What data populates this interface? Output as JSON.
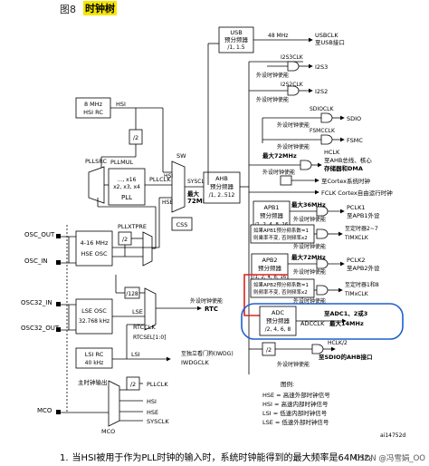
{
  "header": {
    "figure_no": "图8",
    "title": "时钟树"
  },
  "boxes": {
    "usb": [
      "USB",
      "预分频器",
      "/1, 1.5"
    ],
    "hsi_rc": [
      "8 MHz",
      "HSI RC"
    ],
    "div2_top": "/2",
    "pllsrc": "PLLSRC",
    "pllmul": [
      "PLLMUL",
      "..., x16",
      "x2, x3, x4",
      "PLL"
    ],
    "sw": "SW",
    "ahb": [
      "AHB",
      "预分频器",
      "/1, 2..512"
    ],
    "apb1": [
      "APB1",
      "预分频器",
      "/1, 2, 4, 8, 16"
    ],
    "apb2": [
      "APB2",
      "预分频器",
      "/1, 2, 4, 8, 16"
    ],
    "adc": [
      "ADC",
      "预分频器",
      "/2, 4, 6, 8"
    ],
    "css": "CSS",
    "hse_osc": [
      "4-16 MHz",
      "HSE OSC"
    ],
    "div2_hse": "/2",
    "pllxtpre": "PLLXTPRE",
    "div128": "/128",
    "lse_osc": [
      "LSE OSC",
      "32.768 kHz"
    ],
    "lsi_rc": [
      "LSI RC",
      "40 kHz"
    ],
    "div2_mco": "/2",
    "div2_sdio": "/2",
    "apb1_mul_note": [
      "如果APB1预分频系数=1",
      "则乘率不变, 否则频率x2"
    ],
    "apb2_mul_note": [
      "如果APB2预分频系数=1",
      "则频率不变, 否则频率x2"
    ]
  },
  "left_labels": {
    "osc_out": "OSC_OUT",
    "osc_in": "OSC_IN",
    "osc32_in": "OSC32_IN",
    "osc32_out": "OSC32_OUT",
    "mco": "MCO"
  },
  "signals": {
    "hsi": "HSI",
    "pllclk": "PLLCLK",
    "hse": "HSE",
    "sysclk": "SYSCLK",
    "max72": [
      "最大",
      "72MHz"
    ],
    "lse": "LSE",
    "lsi": "LSI",
    "rtcclk": "RTCCLK",
    "rtcsel": "RTCSEL[1:0]",
    "rtc": "RTC",
    "iwdg_note": "至独立看门狗(IWDG)",
    "iwdgclk": "IWDGCLK",
    "mco_title": "主时钟输出",
    "mco_items": [
      "PLLCLK",
      "HSI",
      "HSE",
      "SYSCLK"
    ],
    "mco_sel": "MCO"
  },
  "outputs": {
    "usb_freq": "48 MHz",
    "usbclk": "USBCLK",
    "usbclk_dest": "至USB接口",
    "i2s3clk": "I2S3CLK",
    "i2s3": "I2S3",
    "i2s2clk": "I2S2CLK",
    "i2s2": "I2S2",
    "sdioclk": "SDIOCLK",
    "sdio": "SDIO",
    "fsmcclk": "FSMCCLK",
    "fsmc": "FSMC",
    "hclk_max": "最大72MHz",
    "hclk": "HCLK",
    "hclk_dest": [
      "至AHB总线、核心",
      "存储器和DMA"
    ],
    "cortex_timer": "至Cortex系统时钟",
    "fclk": "FCLK Cortex自由运行时钟",
    "pclk1_max": "最大36MHz",
    "pclk1": "PCLK1",
    "pclk1_dest": "至APB1外设",
    "timer27": "至定时器2~7",
    "timxclk": "TIMXCLK",
    "pclk2_max": "最大72MHz",
    "pclk2": "PCLK2",
    "pclk2_dest": "至APB2外设",
    "timer18": "至定时器1和8",
    "tim1clk": "TIMxCLK",
    "adc_dest": "至ADC1、2或3",
    "adcclk": "ADCCLK",
    "adc_max": "最大14MHz",
    "hclk2": "HCLK/2",
    "sdio_ahb": "至SDIO的AHB接口",
    "peripheral_enable": "外设时钟使能"
  },
  "legend": {
    "title": "图例:",
    "items": [
      "HSE = 高速外部时钟信号",
      "HSI = 高速内部时钟信号",
      "LSI = 低速内部时钟信号",
      "LSE = 低速外部时钟信号"
    ]
  },
  "doc_id": "ai14752d",
  "footnote": {
    "index": "1.",
    "text": "当HSI被用于作为PLL时钟的输入时，系统时钟能得到的最大频率是64MHz。"
  },
  "watermark": "CSDN @冯雪娟_OO",
  "colors": {
    "title_highlight": "#f6e600",
    "annotation_red": "#c00000",
    "annotation_blue": "#1f5fd0",
    "bus_red": "#e02020"
  }
}
